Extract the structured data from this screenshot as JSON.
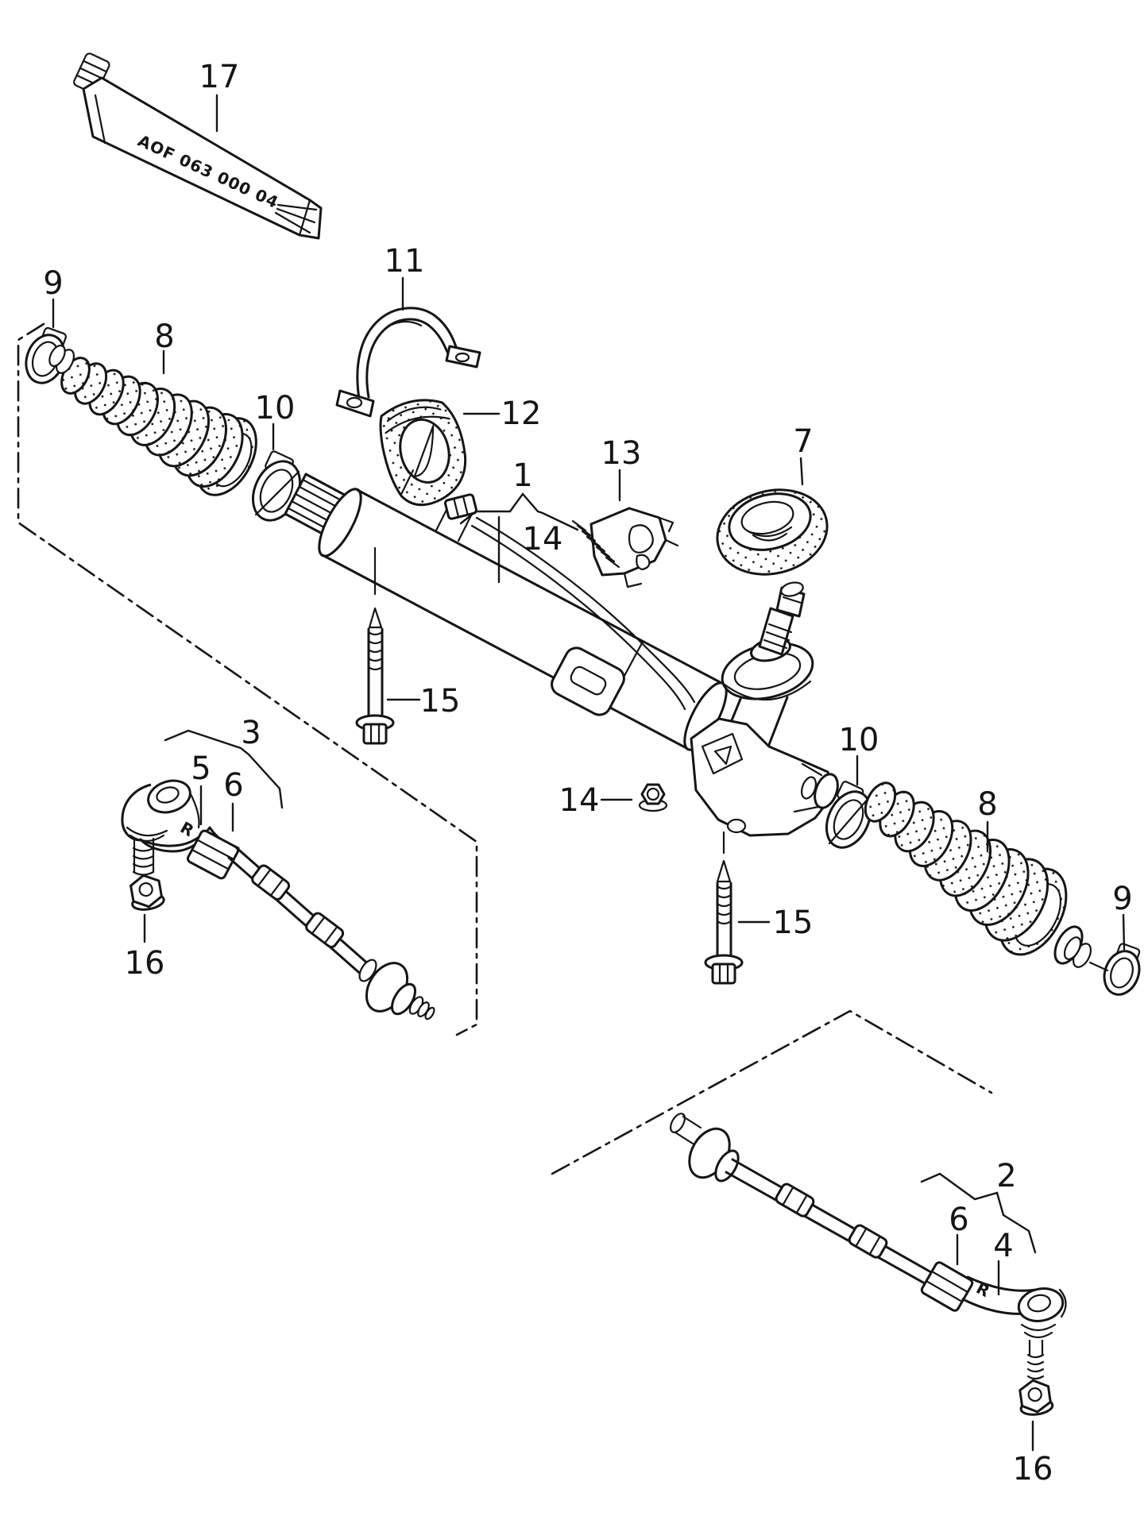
{
  "figure": {
    "tube_label": "AOF 063 000 04",
    "orientation_mark_left": "R",
    "orientation_mark_right": "R",
    "callouts": {
      "c17": "17",
      "c9_left": "9",
      "c8_left": "8",
      "c10_left": "10",
      "c11": "11",
      "c12": "12",
      "c1": "1",
      "c14_top": "14",
      "c13": "13",
      "c7": "7",
      "c15_left": "15",
      "c14_nut": "14",
      "c10_right": "10",
      "c8_right": "8",
      "c9_right": "9",
      "c15_right": "15",
      "c3": "3",
      "c5": "5",
      "c6_left": "6",
      "c16_left": "16",
      "c2": "2",
      "c6_right": "6",
      "c4": "4",
      "c16_right": "16"
    },
    "colors": {
      "line": "#151515",
      "background": "#ffffff"
    }
  }
}
